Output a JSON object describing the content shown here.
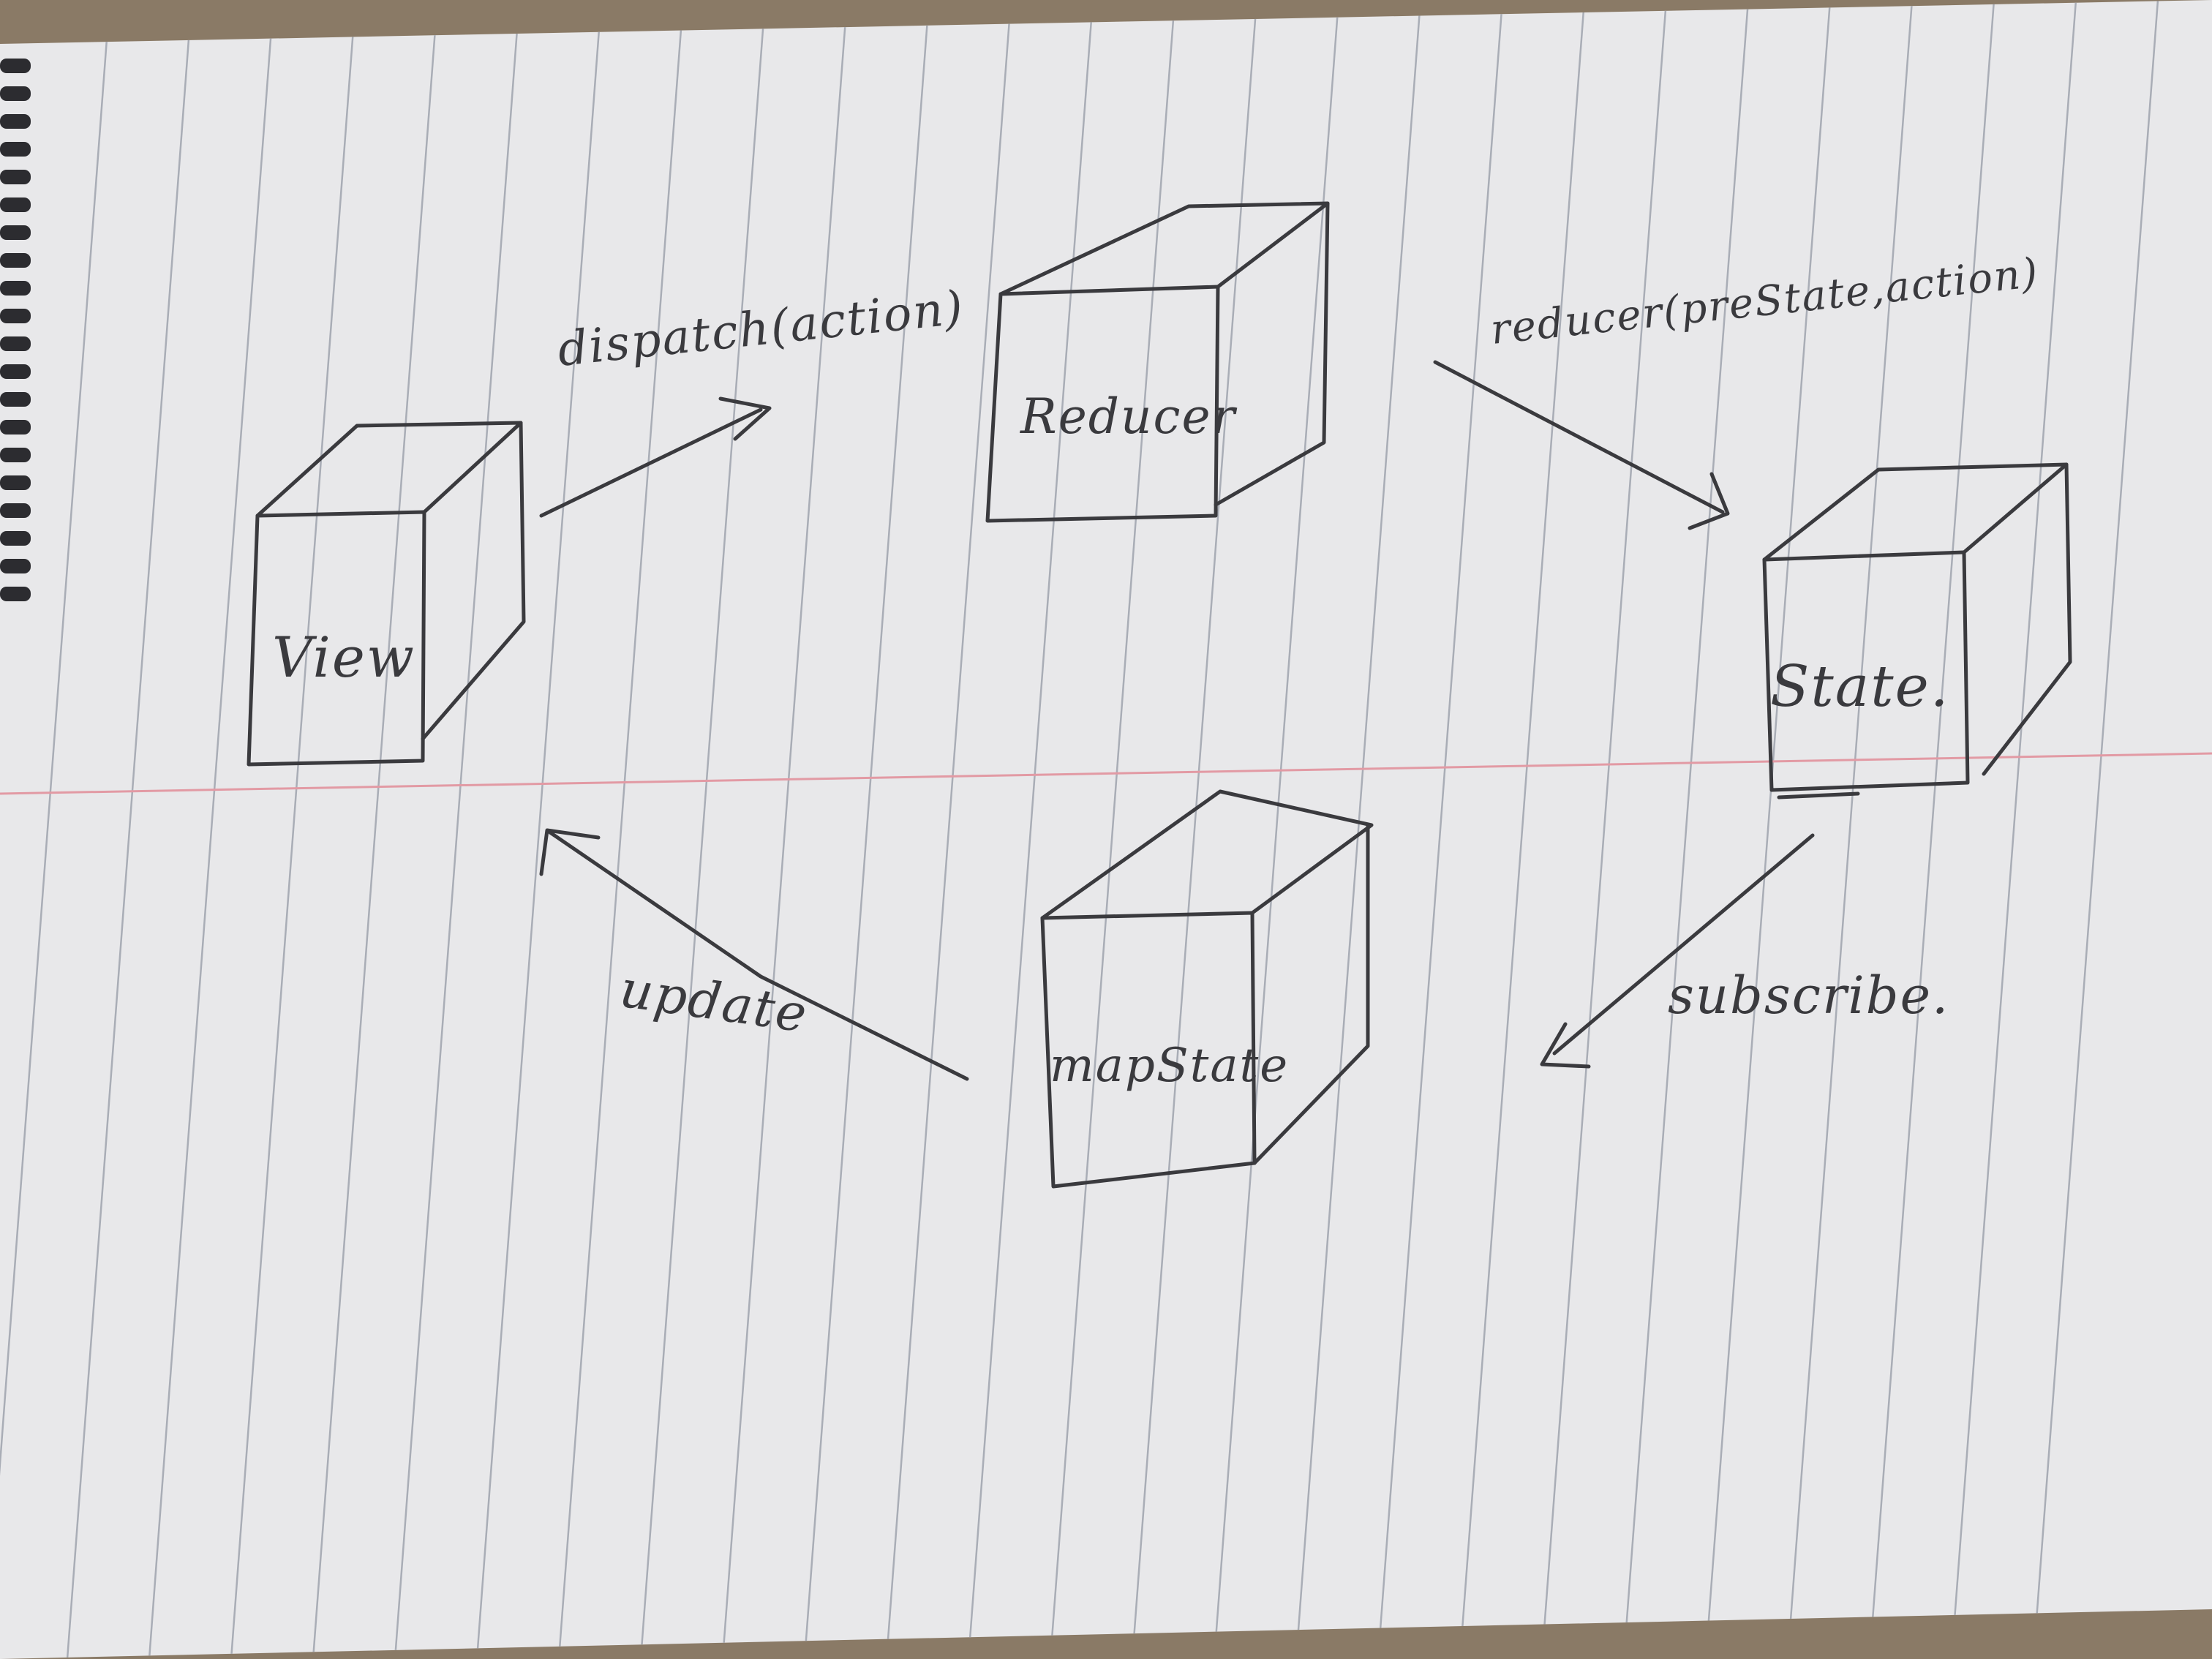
{
  "diagram": {
    "nodes": [
      {
        "id": "view",
        "label": "View"
      },
      {
        "id": "reducer",
        "label": "Reducer"
      },
      {
        "id": "state",
        "label": "State."
      },
      {
        "id": "mapstate",
        "label": "mapState"
      }
    ],
    "edges": [
      {
        "id": "dispatch",
        "from": "view",
        "to": "reducer",
        "label": "dispatch(action)"
      },
      {
        "id": "reduce",
        "from": "reducer",
        "to": "state",
        "label": "reducer(preState,action)"
      },
      {
        "id": "subscribe",
        "from": "state",
        "to": "mapstate",
        "label": "subscribe."
      },
      {
        "id": "update",
        "from": "mapstate",
        "to": "view",
        "label": "update"
      }
    ]
  },
  "colors": {
    "paper": "#e8e8ea",
    "ruled_line": "#a9adb6",
    "margin_line": "#e29aa4",
    "ink": "#3a3a3e",
    "table": "#8a7a66"
  }
}
